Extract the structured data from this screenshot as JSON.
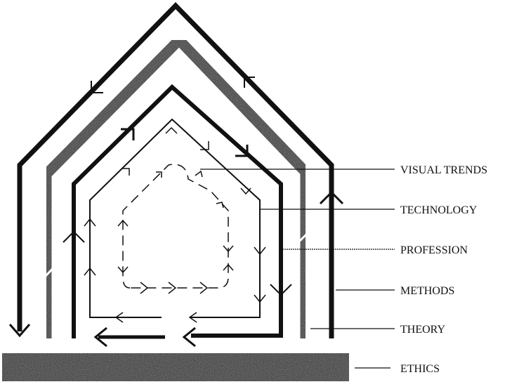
{
  "diagram": {
    "layers": [
      {
        "id": "visual-trends",
        "label": "VISUAL TRENDS"
      },
      {
        "id": "technology",
        "label": "TECHNOLOGY"
      },
      {
        "id": "profession",
        "label": "PROFESSION"
      },
      {
        "id": "methods",
        "label": "METHODS"
      },
      {
        "id": "theory",
        "label": "THEORY"
      },
      {
        "id": "ethics",
        "label": "ETHICS"
      }
    ],
    "colors": {
      "ink": "#111111",
      "speckle": "#2a2a2a"
    }
  }
}
